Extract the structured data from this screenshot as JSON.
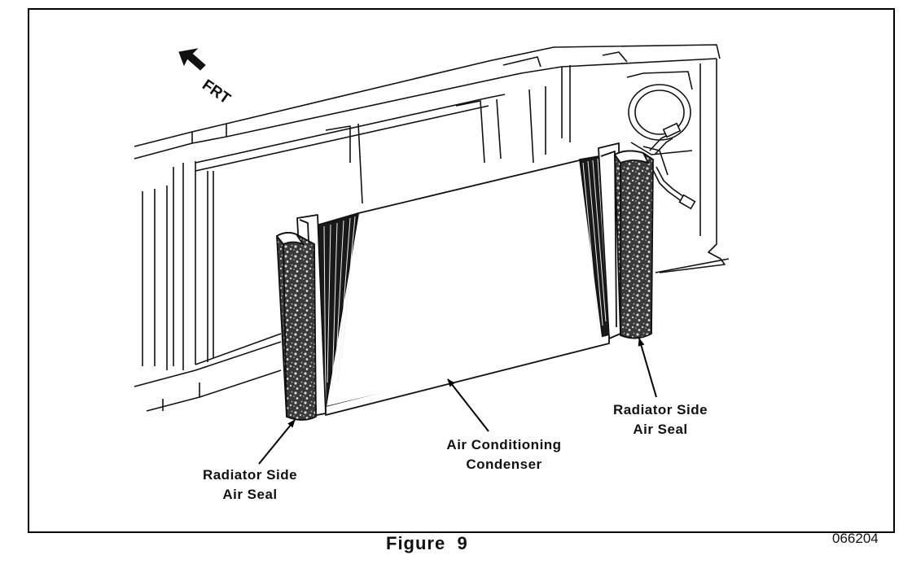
{
  "labels": {
    "frt": "FRT",
    "condenser": {
      "line1": "Air Conditioning",
      "line2": "Condenser"
    },
    "seal_left": {
      "line1": "Radiator Side",
      "line2": "Air Seal"
    },
    "seal_right": {
      "line1": "Radiator Side",
      "line2": "Air Seal"
    }
  },
  "caption": "Figure  9",
  "figure_id": "066204"
}
